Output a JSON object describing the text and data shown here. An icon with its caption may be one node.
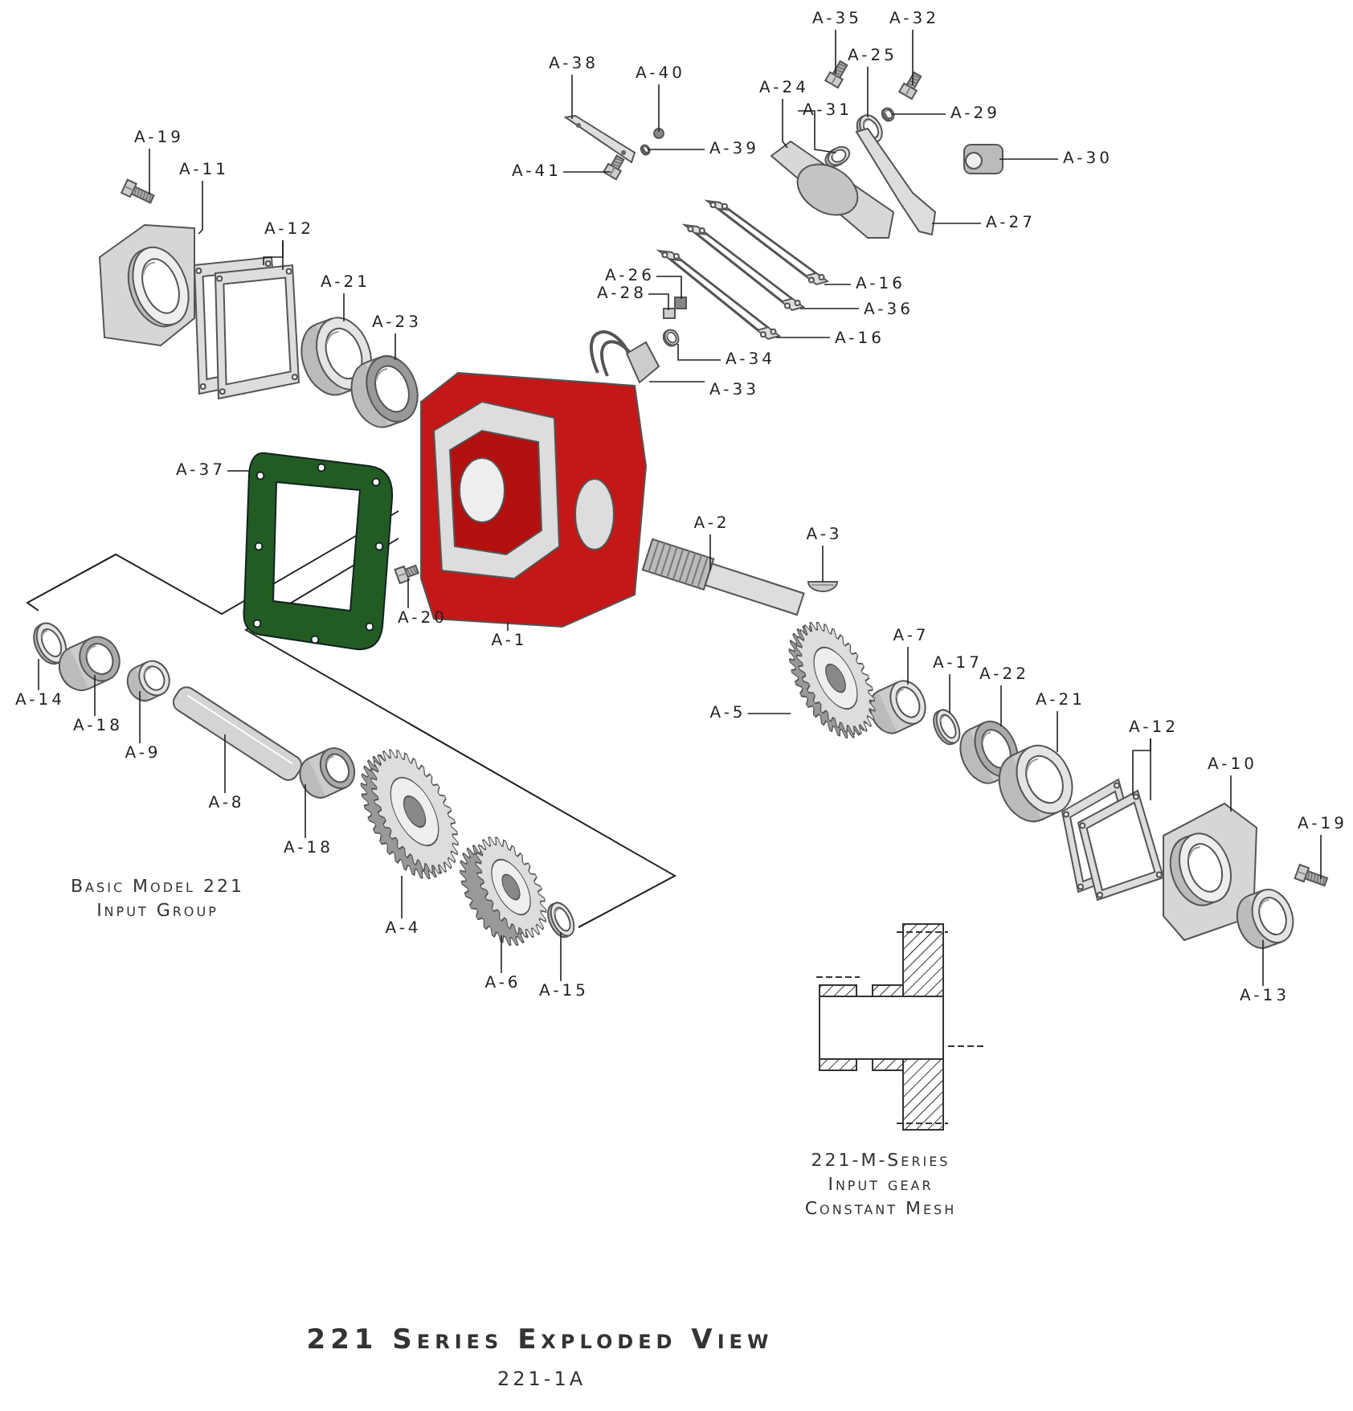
{
  "diagram": {
    "title": "221 Series Exploded View",
    "caption": "221-1A",
    "nodes": [
      {
        "text": [
          "A-35"
        ]
      },
      {
        "text": [
          "A-32"
        ]
      },
      {
        "text": [
          "A-25"
        ]
      },
      {
        "text": [
          "A-38"
        ]
      },
      {
        "text": [
          "A-40"
        ]
      },
      {
        "text": [
          "A-24"
        ]
      },
      {
        "text": [
          "A-31"
        ]
      },
      {
        "text": [
          "A-29"
        ]
      },
      {
        "text": [
          "A-30"
        ]
      },
      {
        "text": [
          "A-19"
        ]
      },
      {
        "text": [
          "A-11"
        ]
      },
      {
        "text": [
          "A-41"
        ]
      },
      {
        "text": [
          "A-39"
        ]
      },
      {
        "text": [
          "A-27"
        ]
      },
      {
        "text": [
          "A-12"
        ]
      },
      {
        "text": [
          "A-16"
        ]
      },
      {
        "text": [
          "A-26"
        ]
      },
      {
        "text": [
          "A-28"
        ]
      },
      {
        "text": [
          "A-36"
        ]
      },
      {
        "text": [
          "A-21"
        ]
      },
      {
        "text": [
          "A-23"
        ]
      },
      {
        "text": [
          "A-16"
        ]
      },
      {
        "text": [
          "A-34"
        ]
      },
      {
        "text": [
          "A-33"
        ]
      },
      {
        "text": [
          "A-37"
        ]
      },
      {
        "text": [
          "A-2"
        ]
      },
      {
        "text": [
          "A-3"
        ]
      },
      {
        "text": [
          "A-20"
        ]
      },
      {
        "text": [
          "A-1"
        ]
      },
      {
        "text": [
          "A-7"
        ]
      },
      {
        "text": [
          "A-17"
        ]
      },
      {
        "text": [
          "A-22"
        ]
      },
      {
        "text": [
          "A-14"
        ]
      },
      {
        "text": [
          "A-18"
        ]
      },
      {
        "text": [
          "A-5"
        ]
      },
      {
        "text": [
          "A-21"
        ]
      },
      {
        "text": [
          "A-9"
        ]
      },
      {
        "text": [
          "A-12"
        ]
      },
      {
        "text": [
          "A-10"
        ]
      },
      {
        "text": [
          "A-8"
        ]
      },
      {
        "text": [
          "A-18"
        ]
      },
      {
        "text": [
          "A-19"
        ]
      },
      {
        "text": [
          "A-4"
        ]
      },
      {
        "text": [
          "A-6"
        ]
      },
      {
        "text": [
          "A-15"
        ]
      },
      {
        "text": [
          "A-13"
        ]
      },
      {
        "text": [],
        "shape": "picture"
      },
      {
        "text": [],
        "shape": "picture"
      },
      {
        "text": [],
        "shape": "picture"
      },
      {
        "text": [],
        "shape": "picture"
      },
      {
        "text": [],
        "shape": "circle"
      },
      {
        "text": [],
        "shape": "picture"
      },
      {
        "text": [],
        "shape": "picture"
      },
      {
        "text": [],
        "shape": "picture"
      },
      {
        "text": [],
        "shape": "picture"
      },
      {
        "text": [],
        "shape": "picture"
      },
      {
        "text": [],
        "shape": "picture"
      },
      {
        "text": [],
        "shape": "picture"
      },
      {
        "text": [],
        "shape": "picture"
      },
      {
        "text": [],
        "shape": "picture"
      },
      {
        "text": [],
        "shape": "picture"
      },
      {
        "text": [],
        "shape": "picture"
      },
      {
        "text": [],
        "shape": "box"
      },
      {
        "text": [],
        "shape": "box"
      },
      {
        "text": [],
        "shape": "picture"
      },
      {
        "text": [],
        "shape": "picture"
      },
      {
        "text": [],
        "shape": "picture"
      },
      {
        "text": [],
        "shape": "picture"
      },
      {
        "text": [],
        "shape": "picture"
      },
      {
        "text": [],
        "shape": "picture"
      },
      {
        "text": [],
        "shape": "picture"
      },
      {
        "text": [],
        "shape": "picture"
      },
      {
        "text": [],
        "shape": "picture"
      },
      {
        "text": [],
        "shape": "picture"
      },
      {
        "text": [],
        "shape": "picture"
      },
      {
        "text": [],
        "shape": "picture"
      },
      {
        "text": [],
        "shape": "picture"
      },
      {
        "text": [],
        "shape": "picture"
      },
      {
        "text": [],
        "shape": "picture"
      },
      {
        "text": [],
        "shape": "picture"
      },
      {
        "text": [],
        "shape": "picture"
      },
      {
        "text": [],
        "shape": "picture"
      },
      {
        "text": [],
        "shape": "picture"
      },
      {
        "text": [],
        "shape": "picture"
      },
      {
        "text": [],
        "shape": "picture"
      },
      {
        "text": [],
        "shape": "picture"
      },
      {
        "text": [],
        "shape": "picture"
      },
      {
        "text": [],
        "shape": "picture"
      },
      {
        "text": [],
        "shape": "picture"
      },
      {
        "text": [],
        "shape": "picture"
      },
      {
        "text": [],
        "shape": "picture"
      },
      {
        "text": [],
        "shape": "picture"
      }
    ],
    "edges": [
      {
        "from": 0,
        "to": 46,
        "arrow": "none"
      },
      {
        "from": 1,
        "to": 47,
        "arrow": "none"
      },
      {
        "from": 2,
        "to": 48,
        "arrow": "none"
      },
      {
        "from": 3,
        "to": 49,
        "arrow": "none"
      },
      {
        "from": 4,
        "to": 50,
        "arrow": "none"
      },
      {
        "from": 5,
        "to": 51,
        "arrow": "none"
      },
      {
        "from": 6,
        "to": 52,
        "arrow": "none"
      },
      {
        "from": 7,
        "to": 53,
        "arrow": "none"
      },
      {
        "from": 8,
        "to": 54,
        "arrow": "none"
      },
      {
        "from": 9,
        "to": 55,
        "arrow": "none"
      },
      {
        "from": 10,
        "to": 56,
        "arrow": "none"
      },
      {
        "from": 11,
        "to": 57,
        "arrow": "none"
      },
      {
        "from": 12,
        "to": 58,
        "arrow": "none"
      },
      {
        "from": 13,
        "to": 59,
        "arrow": "none"
      },
      {
        "from": 14,
        "to": 60,
        "arrow": "none"
      },
      {
        "from": 14,
        "to": 60,
        "arrow": "none"
      },
      {
        "from": 15,
        "to": 61,
        "arrow": "none"
      },
      {
        "from": 16,
        "to": 62,
        "arrow": "none"
      },
      {
        "from": 17,
        "to": 63,
        "arrow": "none"
      },
      {
        "from": 18,
        "to": 64,
        "arrow": "none"
      },
      {
        "from": 19,
        "to": 65,
        "arrow": "none"
      },
      {
        "from": 20,
        "to": 66,
        "arrow": "none"
      },
      {
        "from": 21,
        "to": 67,
        "arrow": "none"
      },
      {
        "from": 22,
        "to": 68,
        "arrow": "none"
      },
      {
        "from": 23,
        "to": 69,
        "arrow": "none"
      },
      {
        "from": 24,
        "to": 70,
        "arrow": "none"
      },
      {
        "from": 25,
        "to": 71,
        "arrow": "none"
      },
      {
        "from": 26,
        "to": 72,
        "arrow": "none"
      },
      {
        "from": 27,
        "to": 73,
        "arrow": "none"
      },
      {
        "from": 28,
        "to": 74,
        "arrow": "none"
      },
      {
        "from": 29,
        "to": 75,
        "arrow": "none"
      },
      {
        "from": 30,
        "to": 76,
        "arrow": "none"
      },
      {
        "from": 31,
        "to": 77,
        "arrow": "none"
      },
      {
        "from": 32,
        "to": 78,
        "arrow": "none"
      },
      {
        "from": 33,
        "to": 79,
        "arrow": "none"
      },
      {
        "from": 34,
        "to": 80,
        "arrow": "none"
      },
      {
        "from": 35,
        "to": 81,
        "arrow": "none"
      },
      {
        "from": 36,
        "to": 82,
        "arrow": "none"
      },
      {
        "from": 37,
        "to": 83,
        "arrow": "none"
      },
      {
        "from": 37,
        "to": 83,
        "arrow": "none"
      },
      {
        "from": 38,
        "to": 84,
        "arrow": "none"
      },
      {
        "from": 39,
        "to": 85,
        "arrow": "none"
      },
      {
        "from": 40,
        "to": 86,
        "arrow": "none"
      },
      {
        "from": 41,
        "to": 87,
        "arrow": "none"
      },
      {
        "from": 42,
        "to": 88,
        "arrow": "none"
      },
      {
        "from": 43,
        "to": 89,
        "arrow": "none"
      },
      {
        "from": 44,
        "to": 90,
        "arrow": "none"
      },
      {
        "from": 45,
        "to": 91,
        "arrow": "none"
      }
    ],
    "labels": [
      "Basic Model 221 Input Group",
      "221-M-Series Input gear Constant Mesh"
    ]
  }
}
